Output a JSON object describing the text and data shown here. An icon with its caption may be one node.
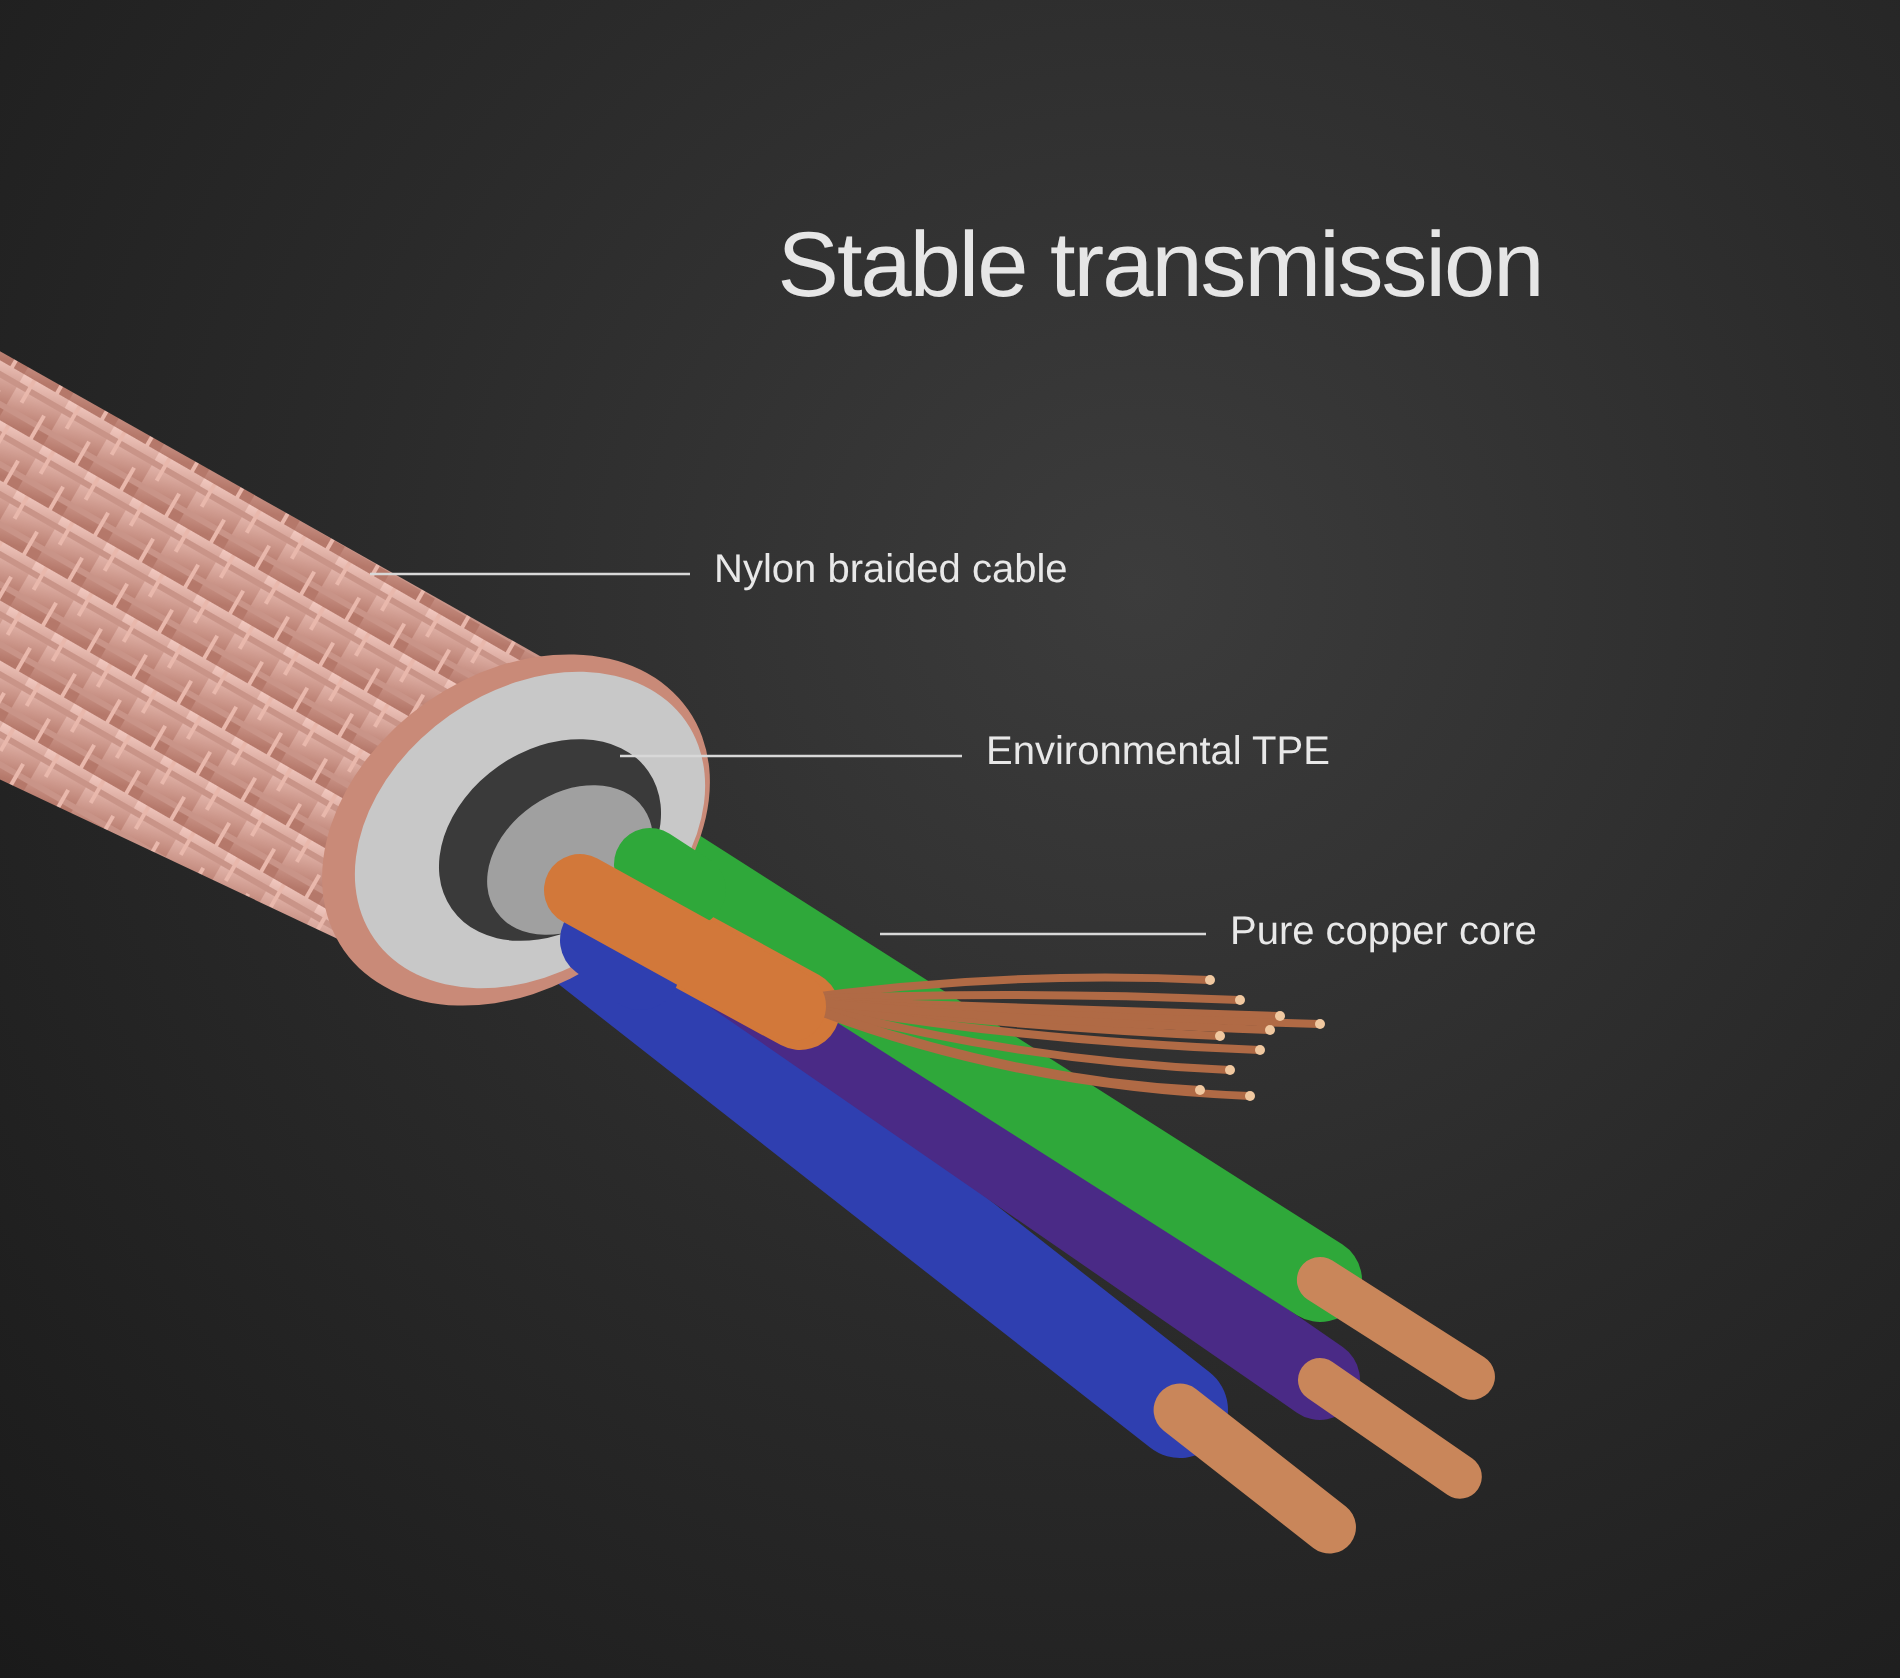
{
  "diagram": {
    "title": "Stable transmission",
    "nodes": [
      {
        "text": [
          "Nylon braided cable"
        ]
      },
      {
        "text": [
          "Environmental TPE"
        ]
      },
      {
        "text": [
          "Pure copper core"
        ]
      }
    ],
    "edges": [
      {
        "from": 0,
        "to": null,
        "arrow": "none"
      },
      {
        "from": 1,
        "to": null,
        "arrow": "none"
      },
      {
        "from": 2,
        "to": null,
        "arrow": "none"
      }
    ]
  }
}
